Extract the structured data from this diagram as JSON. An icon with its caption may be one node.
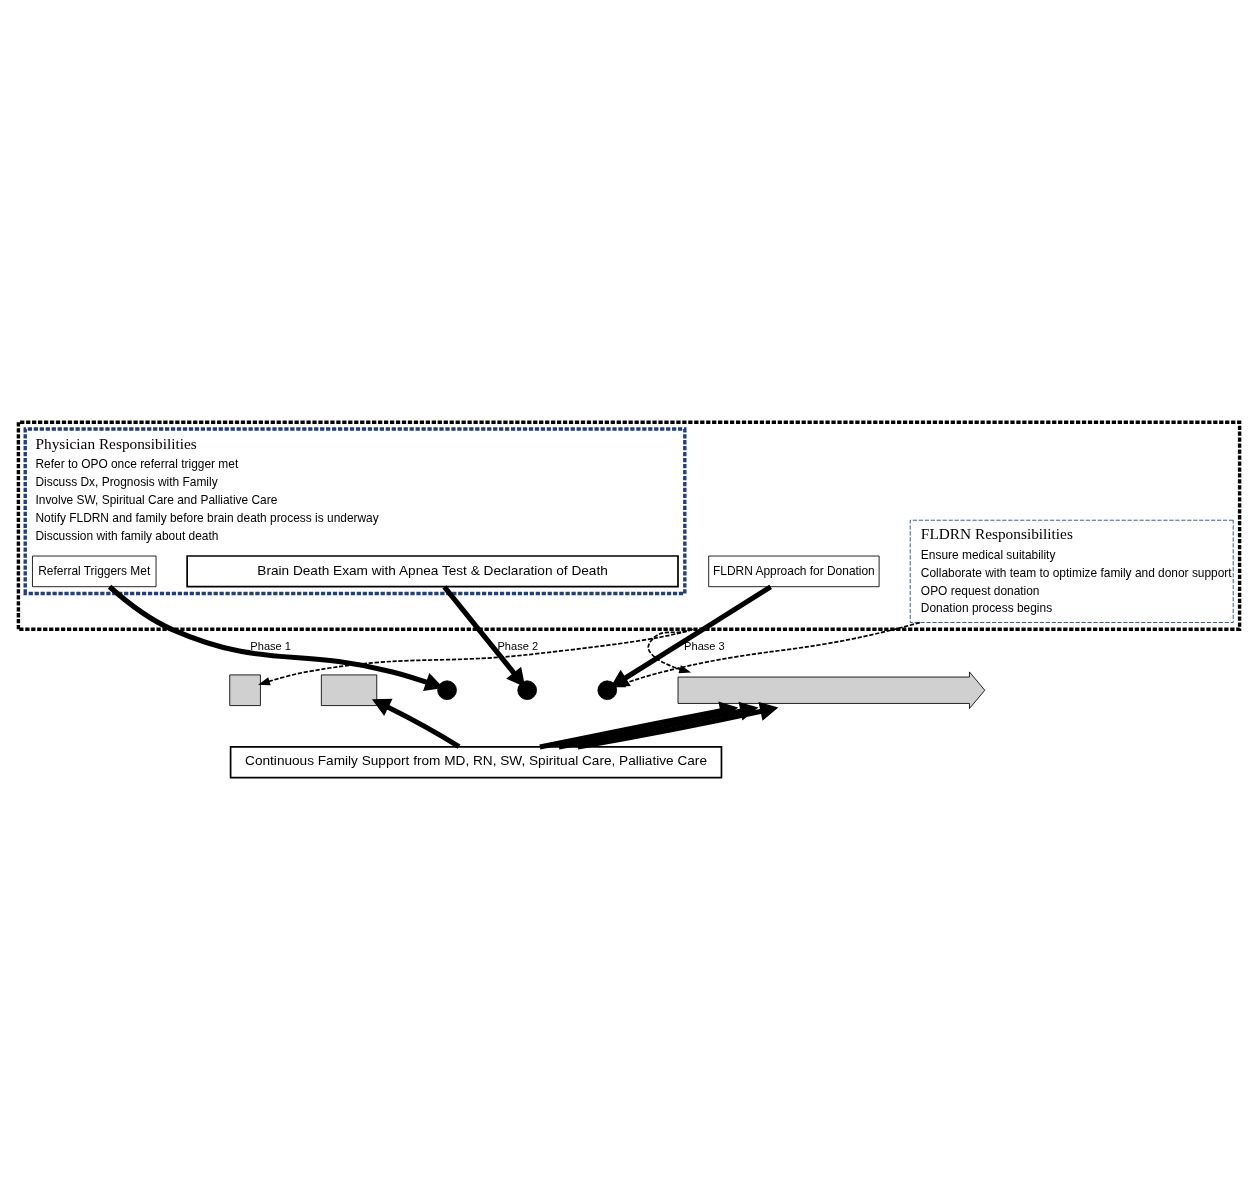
{
  "diagram": {
    "nodes": [
      {
        "text": [],
        "shape": "box"
      },
      {
        "text": [
          "Physician Responsibilities",
          "Refer to OPO once referral trigger met",
          "Discuss Dx, Prognosis with Family",
          "Involve SW, Spiritual Care and Palliative Care",
          "Notify FLDRN and family before brain death process is underway",
          "Discussion with family about death"
        ],
        "in": 0
      },
      {
        "text": [
          "Referral Triggers Met"
        ],
        "in": 1
      },
      {
        "text": [
          "Brain Death Exam with Apnea Test & Declaration of Death"
        ],
        "in": 1
      },
      {
        "text": [
          "FLDRN Approach for Donation"
        ],
        "in": 0
      },
      {
        "text": [
          "FLDRN Responsibilities",
          "Ensure medical suitability",
          "Collaborate with team to optimize family and donor support",
          "OPO request donation",
          "Donation process begins"
        ],
        "in": 0
      },
      {
        "text": [],
        "shape": "box"
      },
      {
        "text": [],
        "shape": "box"
      },
      {
        "text": [],
        "shape": "arrow"
      },
      {
        "text": [],
        "shape": "circle"
      },
      {
        "text": [],
        "shape": "circle"
      },
      {
        "text": [],
        "shape": "circle"
      },
      {
        "text": [
          "Continuous Family Support from MD, RN, SW, Spiritual Care, Palliative Care"
        ]
      }
    ],
    "edges": [
      {
        "from": 0,
        "to": 6,
        "arrow": "to",
        "style": "dashed"
      },
      {
        "from": 0,
        "to": 8,
        "arrow": "to",
        "style": "dashed"
      },
      {
        "from": 5,
        "to": 11,
        "arrow": "to",
        "style": "dashed"
      },
      {
        "from": 2,
        "to": 9,
        "arrow": "to",
        "label": "Phase 1"
      },
      {
        "from": 3,
        "to": 10,
        "arrow": "to",
        "label": "Phase 2"
      },
      {
        "from": 4,
        "to": 11,
        "arrow": "to",
        "label": "Phase 3"
      },
      {
        "from": 12,
        "to": 7,
        "arrow": "to"
      },
      {
        "from": 12,
        "to": 8,
        "arrow": "to"
      },
      {
        "from": 12,
        "to": 8,
        "arrow": "to"
      },
      {
        "from": 12,
        "to": 8,
        "arrow": "to"
      }
    ]
  }
}
